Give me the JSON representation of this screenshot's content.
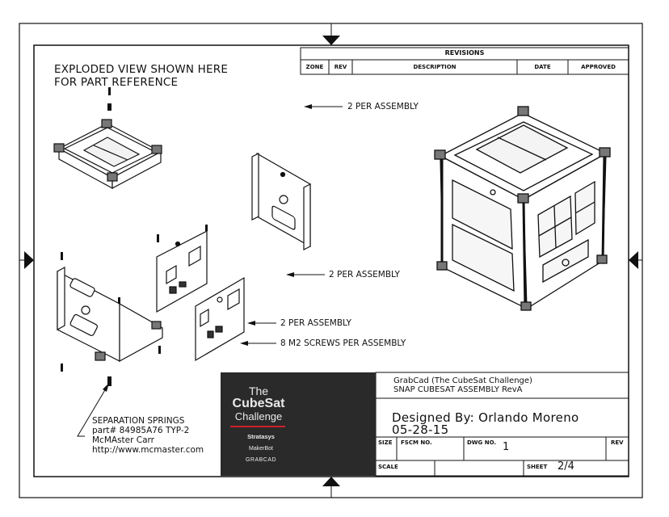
{
  "notes": {
    "exploded_line1": "EXPLODED VIEW SHOWN HERE",
    "exploded_line2": "FOR PART REFERENCE",
    "callout_top": "2 PER ASSEMBLY",
    "callout_mid": "2 PER ASSEMBLY",
    "callout_panel": "2 PER ASSEMBLY",
    "callout_screws": "8 M2 SCREWS PER ASSEMBLY",
    "springs_line1": "SEPARATION SPRINGS",
    "springs_line2": "part# 84985A76 TYP-2",
    "springs_line3": "McMAster Carr",
    "springs_line4": "http://www.mcmaster.com"
  },
  "revisions": {
    "title": "REVISIONS",
    "zone": "ZONE",
    "rev": "REV",
    "description": "DESCRIPTION",
    "date": "DATE",
    "approved": "APPROVED"
  },
  "title_block": {
    "company": "GrabCad (The CubeSat Challenge)",
    "title": "SNAP CUBESAT ASSEMBLY RevA",
    "designed_by": "Designed By: Orlando Moreno",
    "date": "05-28-15",
    "size_label": "SIZE",
    "fscm_label": "FSCM NO.",
    "dwg_label": "DWG NO.",
    "dwg_no": "1",
    "rev_label": "REV",
    "scale_label": "SCALE",
    "sheet_label": "SHEET",
    "sheet_value": "2/4"
  },
  "promo": {
    "the": "The",
    "cubesat": "CubeSat",
    "challenge": "Challenge",
    "sponsor1": "Stratasys",
    "sponsor2": "MakerBot",
    "sponsor3": "GRABCAD",
    "accent": "#d11f2b"
  }
}
